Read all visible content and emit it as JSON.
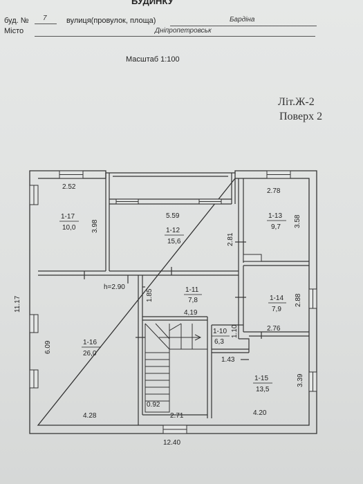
{
  "header": {
    "title": "БУДИНКУ",
    "title_right": "",
    "bud_label": "буд. №",
    "bud_no": "7",
    "street_label": "вулиця(провулок, площа)",
    "street": "Бардіна",
    "city_label": "Місто",
    "city": "Дніпропетровськ",
    "scale": "Масштаб 1:100"
  },
  "plan": {
    "letter": "Літ.Ж-2",
    "floor": "Поверх 2",
    "overall_width": "12.40",
    "overall_height": "11.17",
    "height_mark": "h=2.90",
    "rooms": [
      {
        "id": "1-17",
        "area": "10,0"
      },
      {
        "id": "1-12",
        "area": "15,6"
      },
      {
        "id": "1-13",
        "area": "9,7"
      },
      {
        "id": "1-11",
        "area": "7,8"
      },
      {
        "id": "1-14",
        "area": "7,9"
      },
      {
        "id": "1-10",
        "area": "6,3"
      },
      {
        "id": "1-16",
        "area": "26,0"
      },
      {
        "id": "1-15",
        "area": "13,5"
      }
    ],
    "dims": {
      "d252": "2.52",
      "d559": "5.59",
      "d278": "2.78",
      "d398": "3.98",
      "d358": "3.58",
      "d281": "2.81",
      "d185": "1.85",
      "d419": "4,19",
      "d288": "2.88",
      "d110": "1.10",
      "d276": "2.76",
      "d143": "1.43",
      "d609": "6.09",
      "d339": "3.39",
      "d092": "0.92",
      "d428": "4.28",
      "d271": "2.71",
      "d420": "4.20"
    }
  }
}
